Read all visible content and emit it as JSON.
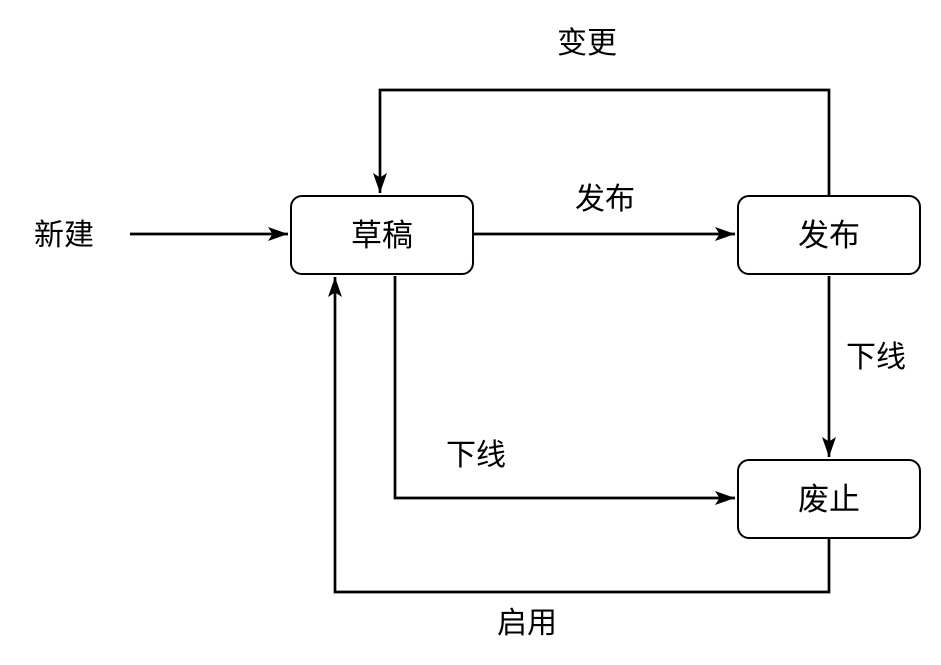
{
  "diagram": {
    "type": "state-flow",
    "colors": {
      "background": "#ffffff",
      "stroke": "#000000",
      "node_fill": "#ffffff",
      "text": "#000000"
    },
    "nodes": [
      {
        "id": "draft",
        "label": "草稿"
      },
      {
        "id": "published",
        "label": "发布"
      },
      {
        "id": "deprecated",
        "label": "废止"
      }
    ],
    "edges": [
      {
        "from": "start",
        "to": "draft",
        "label": "新建"
      },
      {
        "from": "draft",
        "to": "published",
        "label": "发布"
      },
      {
        "from": "published",
        "to": "draft",
        "label": "变更"
      },
      {
        "from": "published",
        "to": "deprecated",
        "label": "下线"
      },
      {
        "from": "draft",
        "to": "deprecated",
        "label": "下线"
      },
      {
        "from": "deprecated",
        "to": "draft",
        "label": "启用"
      }
    ]
  }
}
